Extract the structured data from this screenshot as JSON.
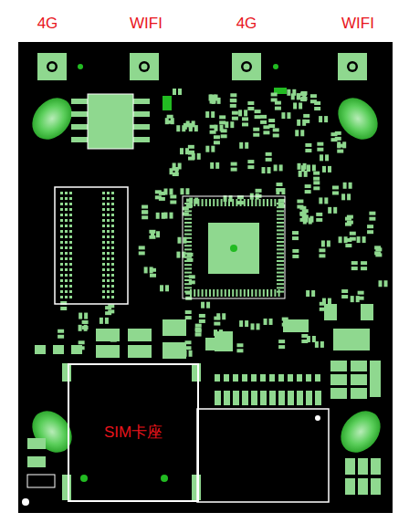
{
  "diagram": {
    "nodes": [
      {
        "text": [
          "SIM卡座"
        ]
      }
    ],
    "labels": [
      "4G",
      "WIFI",
      "4G",
      "WIFI"
    ]
  }
}
